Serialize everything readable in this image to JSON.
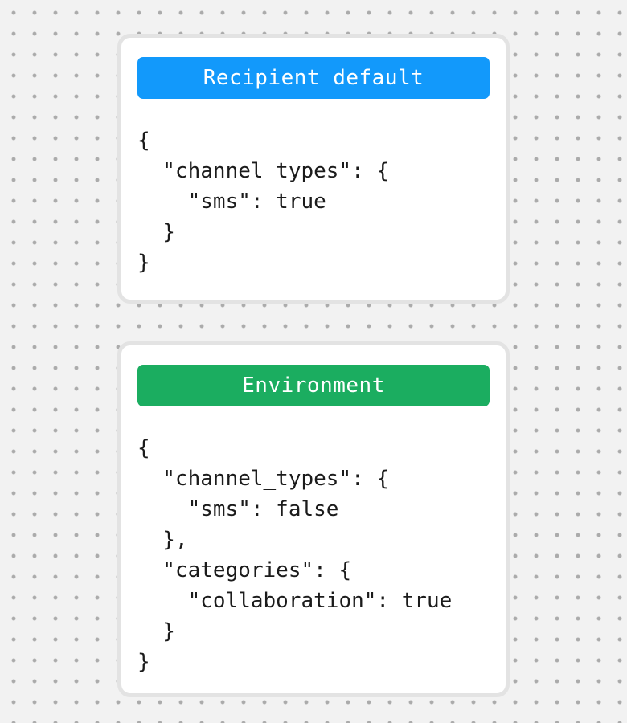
{
  "canvas": {
    "background_color": "#f2f2f2",
    "dot_color": "#ababab"
  },
  "card_style": {
    "background": "#ffffff",
    "border_color": "#e3e3e3",
    "header_text_color": "#ffffff",
    "code_text_color": "#1b1b1b"
  },
  "cards": [
    {
      "title": "Recipient default",
      "header_color": "#1299fb",
      "code": "{\n  \"channel_types\": {\n    \"sms\": true\n  }\n}"
    },
    {
      "title": "Environment",
      "header_color": "#1bad60",
      "code": "{\n  \"channel_types\": {\n    \"sms\": false\n  },\n  \"categories\": {\n    \"collaboration\": true\n  }\n}"
    }
  ]
}
